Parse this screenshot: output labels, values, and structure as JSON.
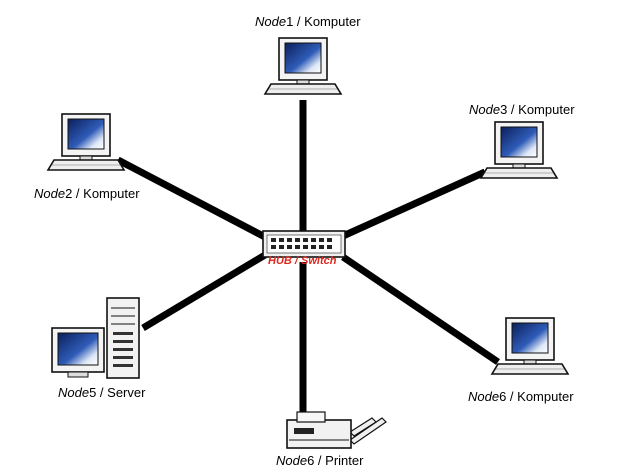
{
  "hub": {
    "label": "HUB / Switch"
  },
  "nodes": [
    {
      "id": "node1",
      "name": "Node",
      "num": "1",
      "role": "Komputer",
      "device": "computer"
    },
    {
      "id": "node2",
      "name": "Node",
      "num": "2",
      "role": "Komputer",
      "device": "computer"
    },
    {
      "id": "node3",
      "name": "Node",
      "num": "3",
      "role": "Komputer",
      "device": "computer"
    },
    {
      "id": "node5",
      "name": "Node",
      "num": "5",
      "role": "Server",
      "device": "server"
    },
    {
      "id": "node6a",
      "name": "Node",
      "num": "6",
      "role": "Printer",
      "device": "printer"
    },
    {
      "id": "node6b",
      "name": "Node",
      "num": "6",
      "role": "Komputer",
      "device": "computer"
    }
  ],
  "colors": {
    "cable": "#000000",
    "monitor_screen": "#1d3f86",
    "device_body": "#f2f2f2",
    "hub_label": "#e0281e"
  }
}
